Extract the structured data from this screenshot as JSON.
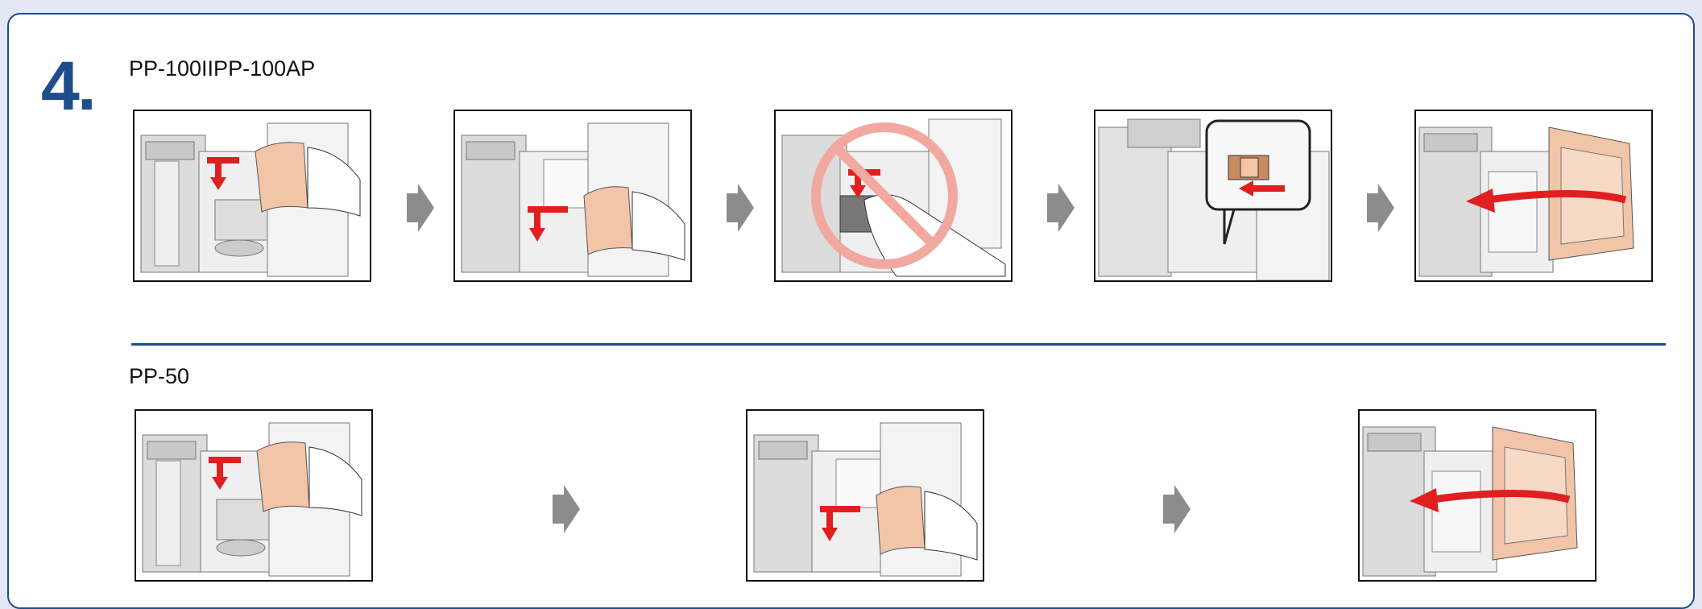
{
  "step": {
    "number": "4."
  },
  "groups": [
    {
      "label": "PP-100IIPP-100AP",
      "steps": 5
    },
    {
      "label": "PP-50",
      "steps": 3
    }
  ],
  "colors": {
    "accent": "#1e4d8c",
    "arrow": "#8c8c8c",
    "tray": "#f2c4a8",
    "red": "#e02020",
    "prohibit": "#f0a8a0"
  },
  "icons": [
    "disc-tray-illustration",
    "next-step-arrow",
    "prohibited-icon",
    "lock-lever-icon",
    "cover-close-arrow-icon"
  ]
}
